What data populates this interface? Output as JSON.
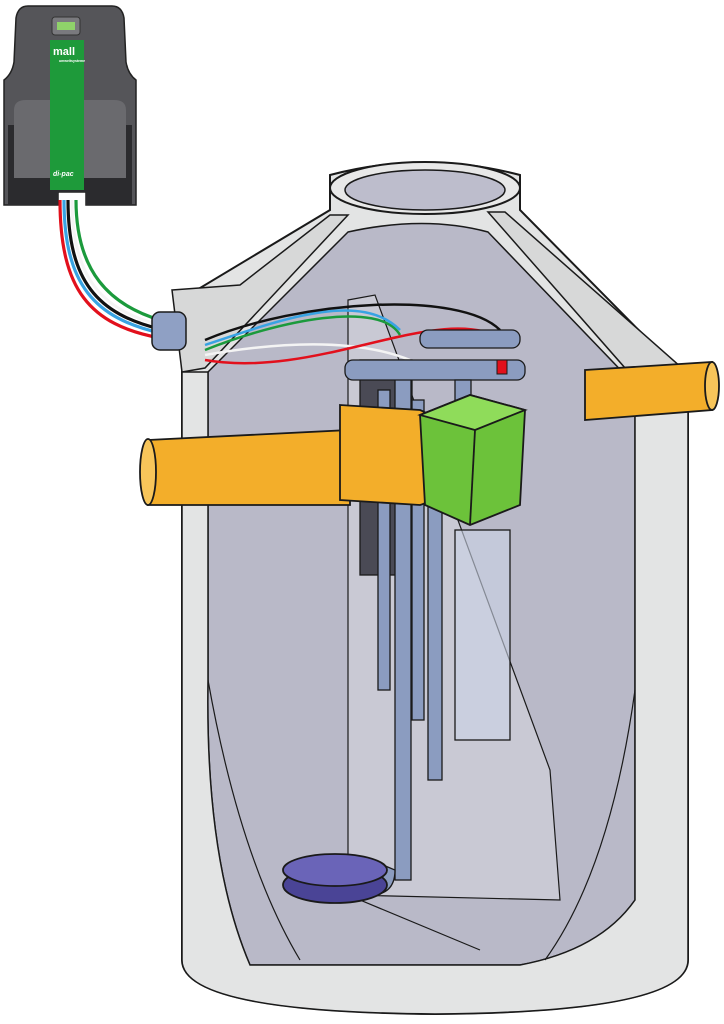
{
  "diagram": {
    "control_unit": {
      "brand_logo": "mall",
      "brand_tagline": "umweltsysteme",
      "product_logo": "di-pac"
    },
    "cables": [
      {
        "name": "green",
        "color": "#1b9a3c"
      },
      {
        "name": "blue",
        "color": "#38a3e3"
      },
      {
        "name": "black",
        "color": "#111111"
      },
      {
        "name": "white",
        "color": "#f4f4f4"
      },
      {
        "name": "red",
        "color": "#e2101c"
      }
    ],
    "colors": {
      "concrete": "#e3e4e4",
      "interior": "#b9b9c8",
      "pipe_orange": "#f3ae2a",
      "pipe_blue": "#8b9cc0",
      "box_green": "#6cc23a",
      "diffuser_purple": "#6a64b8",
      "unit_panel": "#1e9a3a"
    }
  }
}
